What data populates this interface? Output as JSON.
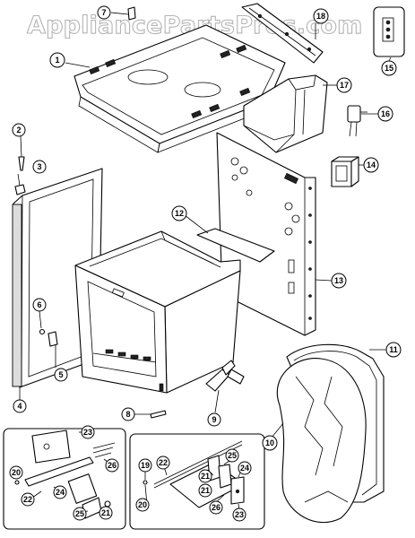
{
  "watermark": "AppliancePartsPros.com",
  "callouts": [
    {
      "id": "c1",
      "label": "1"
    },
    {
      "id": "c2",
      "label": "2"
    },
    {
      "id": "c3",
      "label": "3"
    },
    {
      "id": "c4",
      "label": "4"
    },
    {
      "id": "c5",
      "label": "5"
    },
    {
      "id": "c6",
      "label": "6"
    },
    {
      "id": "c7",
      "label": "7"
    },
    {
      "id": "c8",
      "label": "8"
    },
    {
      "id": "c9",
      "label": "9"
    },
    {
      "id": "c10",
      "label": "10"
    },
    {
      "id": "c11",
      "label": "11"
    },
    {
      "id": "c12",
      "label": "12"
    },
    {
      "id": "c13",
      "label": "13"
    },
    {
      "id": "c14",
      "label": "14"
    },
    {
      "id": "c15",
      "label": "15"
    },
    {
      "id": "c16",
      "label": "16"
    },
    {
      "id": "c17",
      "label": "17"
    },
    {
      "id": "c18",
      "label": "18"
    },
    {
      "id": "c19",
      "label": "19"
    },
    {
      "id": "c20a",
      "label": "20"
    },
    {
      "id": "c20b",
      "label": "20"
    },
    {
      "id": "c21a",
      "label": "21"
    },
    {
      "id": "c21b",
      "label": "21"
    },
    {
      "id": "c21c",
      "label": "21"
    },
    {
      "id": "c22a",
      "label": "22"
    },
    {
      "id": "c22b",
      "label": "22"
    },
    {
      "id": "c23a",
      "label": "23"
    },
    {
      "id": "c23b",
      "label": "23"
    },
    {
      "id": "c24a",
      "label": "24"
    },
    {
      "id": "c24b",
      "label": "24"
    },
    {
      "id": "c25a",
      "label": "25"
    },
    {
      "id": "c25b",
      "label": "25"
    },
    {
      "id": "c26a",
      "label": "26"
    },
    {
      "id": "c26b",
      "label": "26"
    }
  ]
}
